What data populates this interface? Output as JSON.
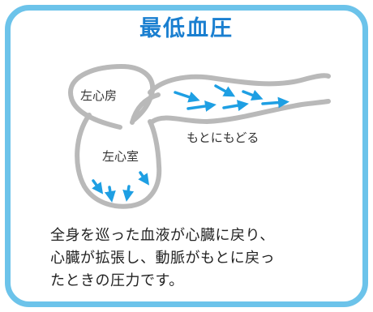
{
  "panel": {
    "title": "最低血圧",
    "labels": {
      "left_atrium": "左心房",
      "left_ventricle": "左心室",
      "return_flow": "もとにもどる"
    },
    "description_lines": [
      "全身を巡った血液が心臓に戻り、",
      "心臓が拡張し、動脈がもとに戻っ",
      "たときの圧力です。"
    ]
  },
  "colors": {
    "frame": "#6cc3ea",
    "title": "#1a7fd0",
    "vessel": "#b9b9b9",
    "arrow": "#1e9fe3"
  }
}
